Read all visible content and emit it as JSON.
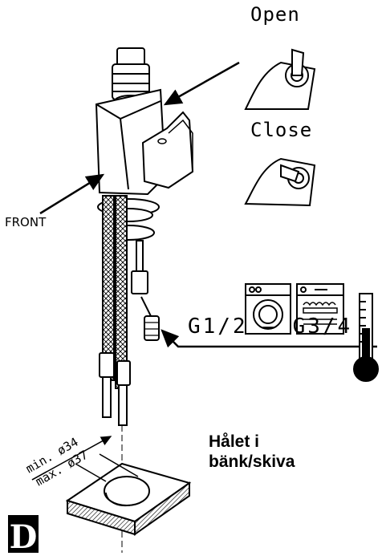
{
  "labels": {
    "open": "Open",
    "close": "Close",
    "front": "FRONT",
    "thread": "G1/2 – G3/4",
    "dim_min": "min. ø34",
    "dim_max": "max. ø37",
    "hole_line1": "Hålet i",
    "hole_line2": "bänk/skiva",
    "section_letter": "D"
  },
  "icons": [
    "faucet-assembly-drawing",
    "open-valve-icon",
    "close-valve-icon",
    "washing-machine-icon",
    "dishwasher-icon",
    "thermometer-icon",
    "countertop-hole-drawing"
  ],
  "colors": {
    "ink": "#000000",
    "paper": "#ffffff"
  }
}
